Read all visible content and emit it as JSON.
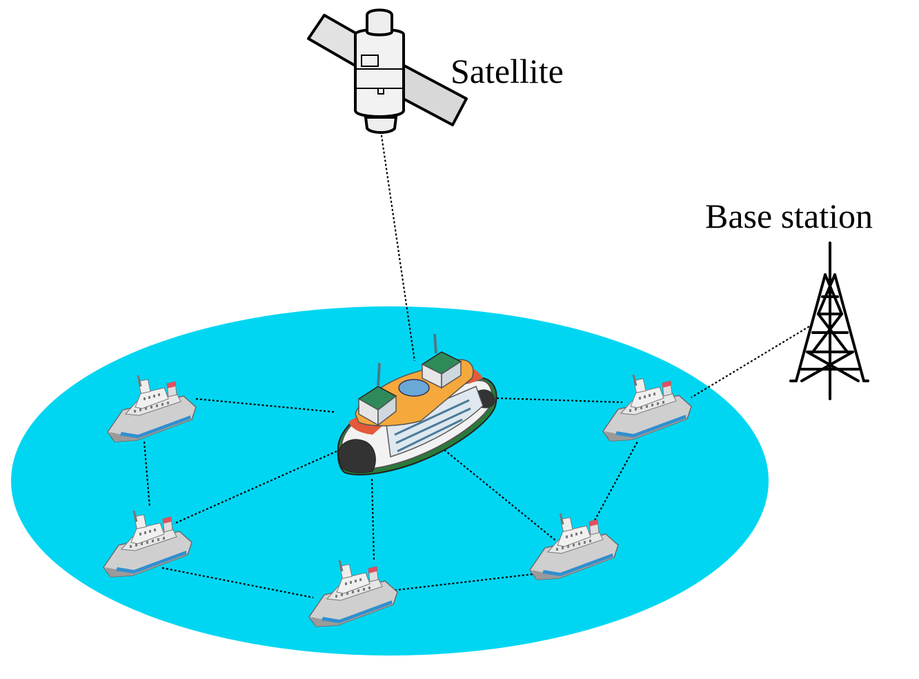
{
  "labels": {
    "satellite": "Satellite",
    "base_station": "Base station"
  },
  "colors": {
    "sea": "#00d6f2",
    "ship_hull": "#d7d7d7",
    "ship_stripe": "#2f8fd0",
    "ferry_deck": "#f5a83c",
    "ferry_cabin": "#2f8a5a",
    "ferry_bow": "#e25a3a",
    "tower": "#000000",
    "link": "#000000"
  },
  "nodes": [
    {
      "id": "satellite",
      "type": "satellite"
    },
    {
      "id": "base-station",
      "type": "tower"
    },
    {
      "id": "central-ferry",
      "type": "ferry"
    },
    {
      "id": "ship-top-left",
      "type": "ship"
    },
    {
      "id": "ship-mid-left",
      "type": "ship"
    },
    {
      "id": "ship-bottom-center",
      "type": "ship"
    },
    {
      "id": "ship-bottom-right",
      "type": "ship"
    },
    {
      "id": "ship-right",
      "type": "ship"
    }
  ],
  "links": [
    [
      "satellite",
      "central-ferry"
    ],
    [
      "base-station",
      "ship-right"
    ],
    [
      "central-ferry",
      "ship-top-left"
    ],
    [
      "central-ferry",
      "ship-right"
    ],
    [
      "central-ferry",
      "ship-mid-left"
    ],
    [
      "central-ferry",
      "ship-bottom-center"
    ],
    [
      "central-ferry",
      "ship-bottom-right"
    ],
    [
      "ship-top-left",
      "ship-mid-left"
    ],
    [
      "ship-mid-left",
      "ship-bottom-center"
    ],
    [
      "ship-bottom-center",
      "ship-bottom-right"
    ],
    [
      "ship-bottom-right",
      "ship-right"
    ]
  ]
}
